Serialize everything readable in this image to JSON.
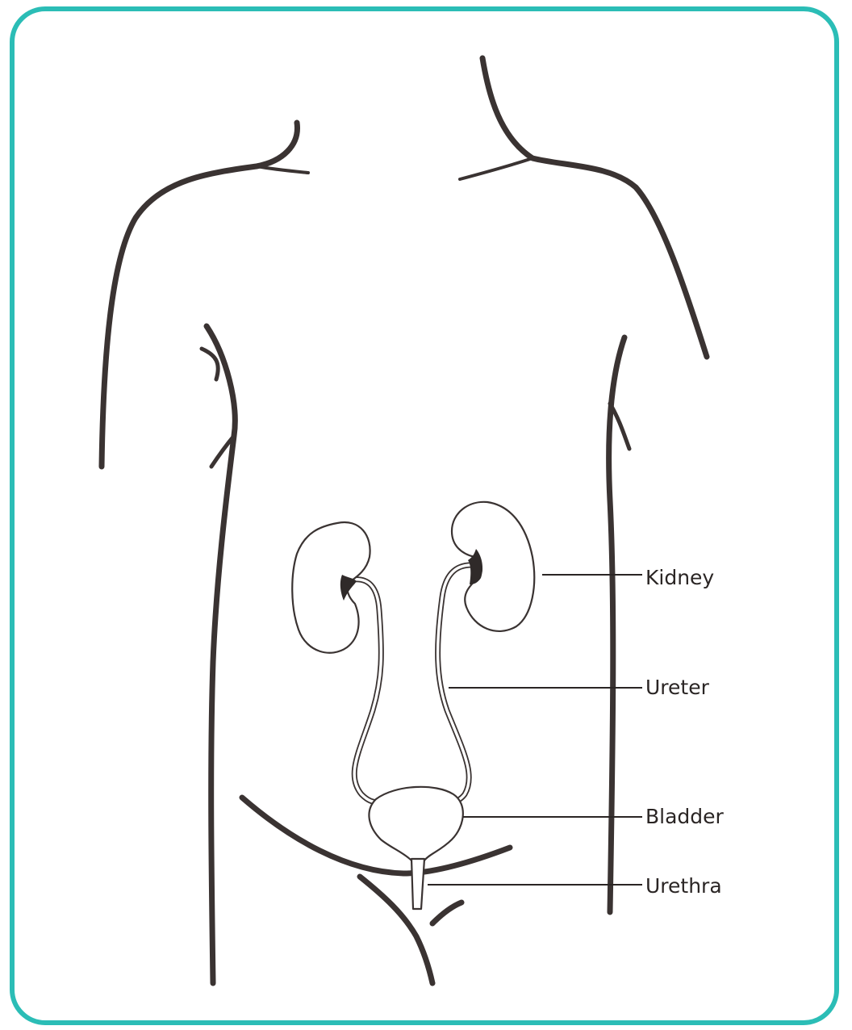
{
  "colors": {
    "frame": "#2bbdb6",
    "outline": "#3a3332",
    "text": "#2a2524",
    "background": "#ffffff"
  },
  "labels": {
    "kidney": "Kidney",
    "ureter": "Ureter",
    "bladder": "Bladder",
    "urethra": "Urethra"
  }
}
